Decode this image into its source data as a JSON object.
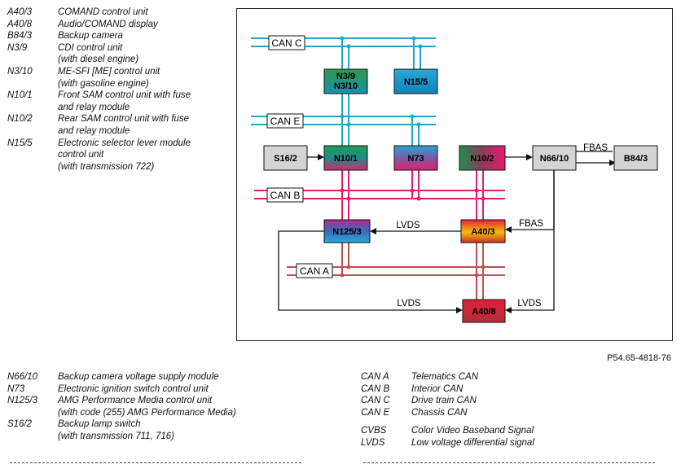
{
  "legend_top": [
    {
      "code": "A40/3",
      "desc": "COMAND control unit"
    },
    {
      "code": "A40/8",
      "desc": "Audio/COMAND display"
    },
    {
      "code": "B84/3",
      "desc": "Backup camera"
    },
    {
      "code": "N3/9",
      "desc": "CDI control unit\n(with diesel engine)"
    },
    {
      "code": "N3/10",
      "desc": "ME-SFI [ME] control unit\n(with gasoline engine)"
    },
    {
      "code": "N10/1",
      "desc": "Front SAM control unit with fuse\nand relay module"
    },
    {
      "code": "N10/2",
      "desc": "Rear SAM control unit with fuse\nand relay module"
    },
    {
      "code": "N15/5",
      "desc": "Electronic selector lever module\ncontrol unit\n(with transmission 722)"
    }
  ],
  "legend_bottom_left": [
    {
      "code": "N66/10",
      "desc": "Backup camera voltage supply module"
    },
    {
      "code": "N73",
      "desc": "Electronic ignition switch control unit"
    },
    {
      "code": "N125/3",
      "desc": "AMG Performance Media control unit\n(with code (255) AMG Performance Media)"
    },
    {
      "code": "S16/2",
      "desc": "Backup lamp switch\n(with transmission 711, 716)"
    }
  ],
  "legend_bottom_right": [
    {
      "code": "CAN A",
      "desc": "Telematics CAN"
    },
    {
      "code": "CAN B",
      "desc": "Interior CAN"
    },
    {
      "code": "CAN C",
      "desc": "Drive train CAN"
    },
    {
      "code": "CAN E",
      "desc": "Chassis CAN"
    },
    {
      "code": "",
      "desc": ""
    },
    {
      "code": "CVBS",
      "desc": "Color Video Baseband Signal"
    },
    {
      "code": "LVDS",
      "desc": "Low voltage differential signal"
    }
  ],
  "figure_ref": "P54.65-4818-76",
  "diagram": {
    "bus_labels": {
      "can_c": "CAN C",
      "can_e": "CAN E",
      "can_b": "CAN B",
      "can_a": "CAN A"
    },
    "units": {
      "n3_9": "N3/9",
      "n3_10": "N3/10",
      "n15_5": "N15/5",
      "s16_2": "S16/2",
      "n10_1": "N10/1",
      "n73": "N73",
      "n10_2": "N10/2",
      "n66_10": "N66/10",
      "b84_3": "B84/3",
      "n125_3": "N125/3",
      "a40_3": "A40/3",
      "a40_8": "A40/8"
    },
    "signals": {
      "fbas_top": "FBAS",
      "fbas_mid": "FBAS",
      "lvds_top": "LVDS",
      "lvds_bottom_left": "LVDS",
      "lvds_bottom_right": "LVDS"
    },
    "colors": {
      "can_c": "#1fa7c9",
      "can_e": "#1fa7c9",
      "can_b": "#e0206e",
      "can_a": "#c0504d",
      "unit_grey": "#d4d4d4",
      "line": "#111111"
    }
  }
}
